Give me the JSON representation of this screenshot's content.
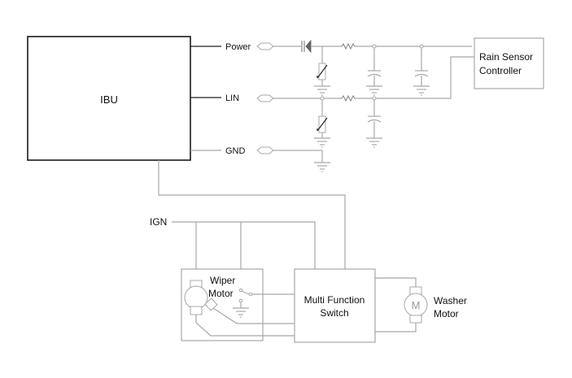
{
  "diagram": {
    "type": "wiring-schematic",
    "blocks": {
      "ibu": "IBU",
      "rain_sensor_line1": "Rain Sensor",
      "rain_sensor_line2": "Controller",
      "mfs_line1": "Multi Function",
      "mfs_line2": "Switch",
      "wiper_line1": "Wiper",
      "wiper_line2": "Motor",
      "washer_line1": "Washer",
      "washer_line2": "Motor",
      "washer_motor_symbol": "M"
    },
    "pins": {
      "power": "Power",
      "lin": "LIN",
      "gnd": "GND",
      "ign": "IGN"
    },
    "components": [
      {
        "name": "power-connector",
        "kind": "connector"
      },
      {
        "name": "lin-connector",
        "kind": "connector"
      },
      {
        "name": "gnd-connector",
        "kind": "connector"
      },
      {
        "name": "power-diode",
        "kind": "diode"
      },
      {
        "name": "power-varistor",
        "kind": "varistor"
      },
      {
        "name": "lin-varistor",
        "kind": "varistor"
      },
      {
        "name": "power-resistor",
        "kind": "resistor"
      },
      {
        "name": "lin-resistor",
        "kind": "resistor"
      },
      {
        "name": "power-capacitor-1",
        "kind": "capacitor"
      },
      {
        "name": "power-capacitor-2",
        "kind": "capacitor"
      },
      {
        "name": "lin-capacitor",
        "kind": "capacitor"
      },
      {
        "name": "wiper-park-switch",
        "kind": "switch"
      },
      {
        "name": "wiper-motor",
        "kind": "motor"
      },
      {
        "name": "washer-motor",
        "kind": "motor"
      }
    ]
  }
}
